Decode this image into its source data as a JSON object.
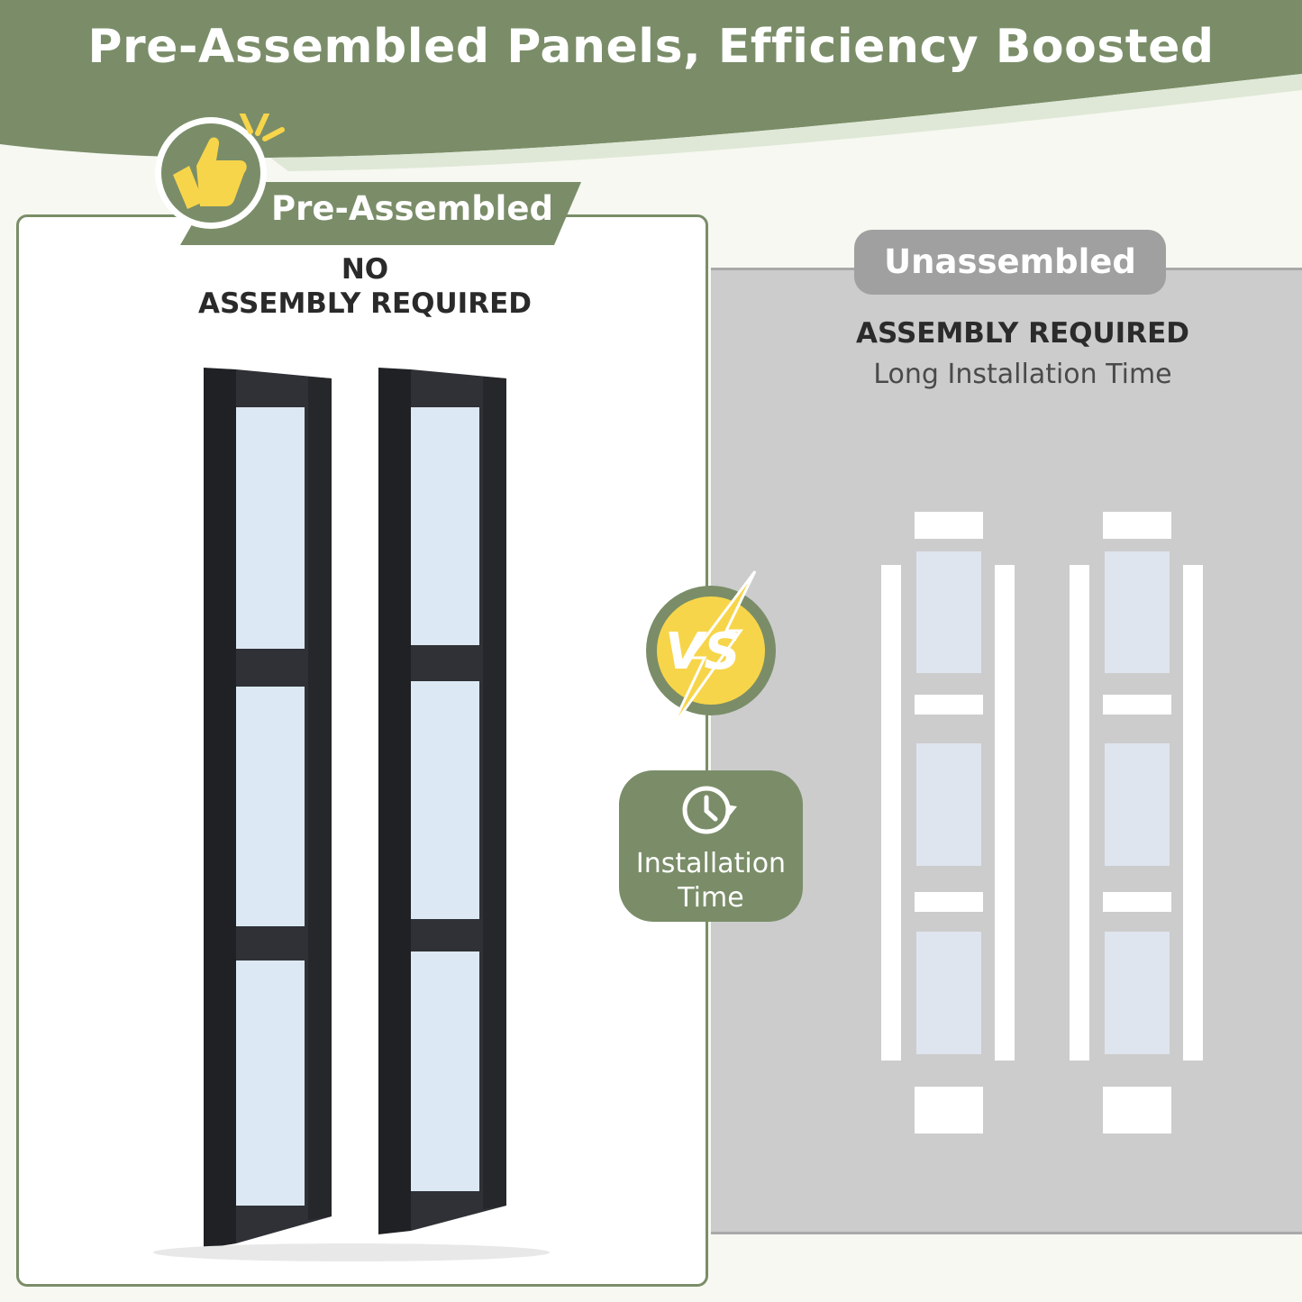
{
  "header": {
    "title": "Pre-Assembled Panels, Efficiency Boosted"
  },
  "left": {
    "badge": "Pre-Assembled",
    "note_line1": "NO",
    "note_line2": "ASSEMBLY REQUIRED"
  },
  "right": {
    "badge": "Unassembled",
    "note": "ASSEMBLY REQUIRED",
    "sub": "Long Installation Time"
  },
  "center": {
    "install_line1": "Installation",
    "install_line2": "Time"
  },
  "colors": {
    "brand_green": "#7a8d68",
    "vs_yellow": "#f7d54a",
    "frame_black": "#2b2d31",
    "glass": "#dbe9f4"
  },
  "icons": [
    "thumbs-up-icon",
    "vs-icon",
    "clock-icon"
  ]
}
